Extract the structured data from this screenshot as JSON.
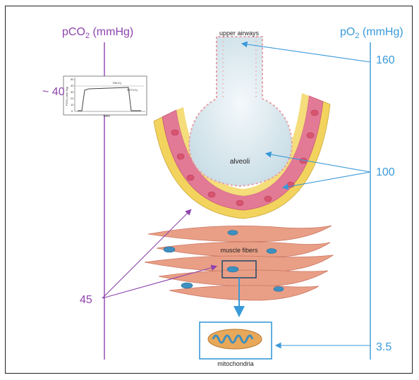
{
  "axes": {
    "left": {
      "label_main": "pCO",
      "label_sub": "2",
      "label_unit": " (mmHg)",
      "color": "#8e44ad"
    },
    "right": {
      "label_main": "pO",
      "label_sub": "2",
      "label_unit": " (mmHg)",
      "color": "#3a9ad9"
    }
  },
  "values": {
    "pco2_alveolar": "~ 40",
    "pco2_tissue": "45",
    "po2_airways": "160",
    "po2_alveoli": "100",
    "po2_mitochondria": "3.5"
  },
  "structures": {
    "upper_airways": "upper airways",
    "alveoli": "alveoli",
    "muscle_fibers": "muscle fibers",
    "mitochondria": "mitochondria"
  },
  "capnogram": {
    "ylabel": "PCO₂ (mm Hg)",
    "xlabel": "Time",
    "yticks": [
      "50",
      "40",
      "30",
      "20",
      "10",
      "0"
    ],
    "label_upper": "PACO₂",
    "label_lower": "PETCO₂"
  },
  "colors": {
    "purple": "#8e44ad",
    "blue": "#3a9ad9",
    "alveolus_fill": "#dbe9ef",
    "capillary": "#e27a96",
    "membrane_yellow": "#f2d35d",
    "muscle": "#e89a80",
    "nucleus": "#3d8fbf"
  }
}
